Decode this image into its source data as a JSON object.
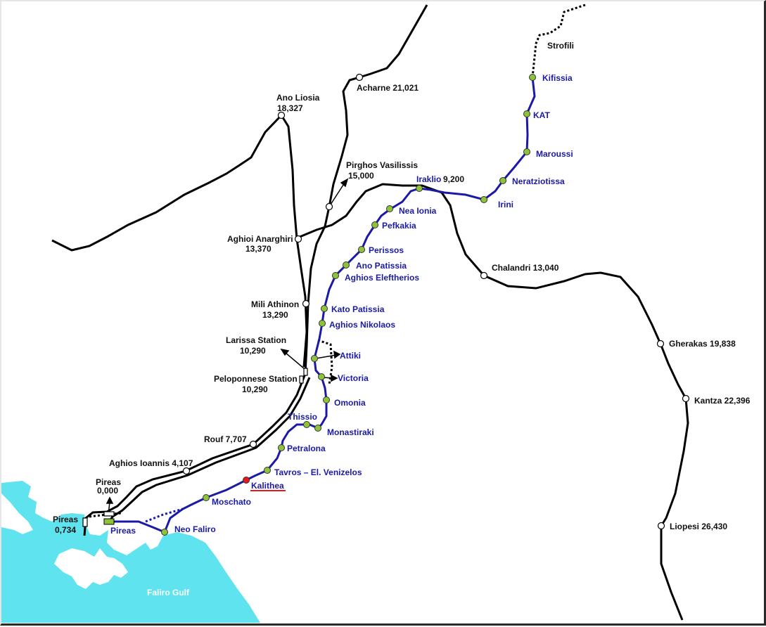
{
  "colors": {
    "sea": "#5fe3ee",
    "blue_line": "#1a1aa6",
    "rail": "#000000",
    "green_station": "#8dc33a",
    "highlight": "#e81818"
  },
  "gulf_label": "Faliro Gulf",
  "rail_stations": {
    "strofili": "Strofili",
    "acharne": "Acharne 21,021",
    "ano_liosia_name": "Ano Liosia",
    "ano_liosia_km": "18,327",
    "pirghos_name": "Pirghos Vasilissis",
    "pirghos_km": "15,000",
    "aghioi_anarghiri_name": "Aghioi Anarghiri",
    "aghioi_anarghiri_km": "13,370",
    "mili_athinon_name": "Mili Athinon",
    "mili_athinon_km": "13,290",
    "larissa_name": "Larissa Station",
    "larissa_km": "10,290",
    "peloponnese_name": "Peloponnese Station",
    "peloponnese_km": "10,290",
    "rouf": "Rouf 7,707",
    "aghios_ioannis": "Aghios Ioannis 4,107",
    "pireas_a_name": "Pireas",
    "pireas_a_km": "0,000",
    "pireas_b_name": "Pireas",
    "pireas_b_km": "0,734",
    "chalandri": "Chalandri 13,040",
    "gherakas": "Gherakas 19,838",
    "kantza": "Kantza 22,396",
    "liopesi": "Liopesi 26,430",
    "iraklio_km": "9,200"
  },
  "metro_stations": {
    "kifissia": "Kifissia",
    "kat": "KAT",
    "maroussi": "Maroussi",
    "neratziotissa": "Neratziotissa",
    "irini": "Irini",
    "iraklio": "Iraklio",
    "nea_ionia": "Nea Ionia",
    "pefkakia": "Pefkakia",
    "perissos": "Perissos",
    "ano_patissia": "Ano Patissia",
    "aghios_eleftherios": "Aghios Eleftherios",
    "kato_patissia": "Kato Patissia",
    "aghios_nikolaos": "Aghios Nikolaos",
    "attiki": "Attiki",
    "victoria": "Victoria",
    "omonia": "Omonia",
    "thissio": "Thissio",
    "monastiraki": "Monastiraki",
    "petralona": "Petralona",
    "tavros": "Tavros – El. Venizelos",
    "kalithea": "Kalithea",
    "moschato": "Moschato",
    "neo_faliro": "Neo Faliro",
    "pireas": "Pireas"
  }
}
